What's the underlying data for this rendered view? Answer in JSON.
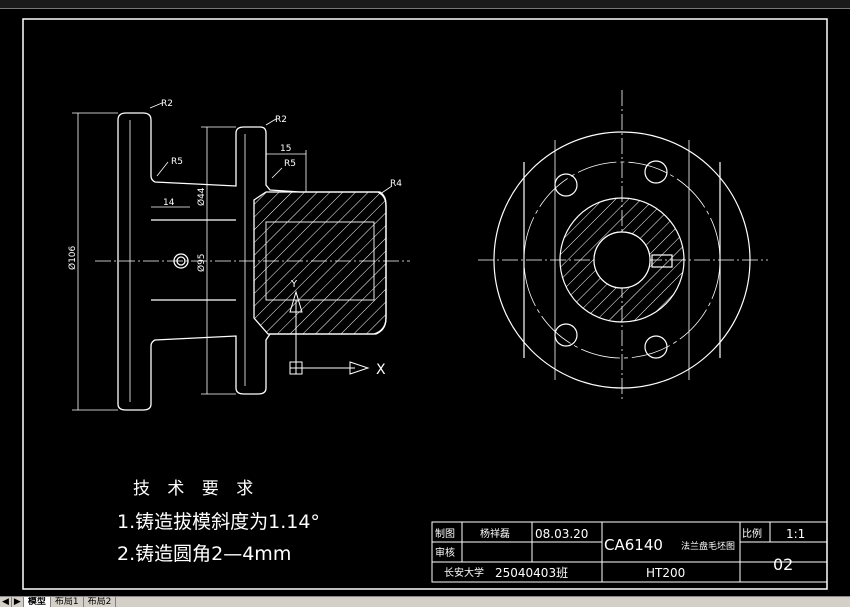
{
  "colors": {
    "background": "#000000",
    "line": "#ffffff",
    "accent": "#ffffff"
  },
  "dimensions": {
    "left_view": [
      "R2",
      "R5",
      "R2",
      "R5",
      "15",
      "14",
      "Ø44",
      "Ø106",
      "Ø95",
      "R4"
    ],
    "axis_x": "X",
    "axis_y": "Y"
  },
  "requirements": {
    "heading": "技 术 要 求",
    "items": [
      "1.铸造拔模斜度为1.14°",
      "2.铸造圆角2—4mm"
    ]
  },
  "title_block": {
    "drawn_label": "制图",
    "drawn_name": "杨祥磊",
    "date": "08.03.20",
    "title_code": "CA6140",
    "title_text": "法兰盘毛坯图",
    "scale_label": "比例",
    "scale_value": "1:1",
    "check_label": "审核",
    "school": "长安大学",
    "class_no": "25040403班",
    "material": "HT200",
    "drawing_no": "02"
  },
  "tabs": {
    "nav": [
      "◀",
      "▶"
    ],
    "items": [
      "模型",
      "布局1",
      "布局2"
    ],
    "active": "模型"
  }
}
